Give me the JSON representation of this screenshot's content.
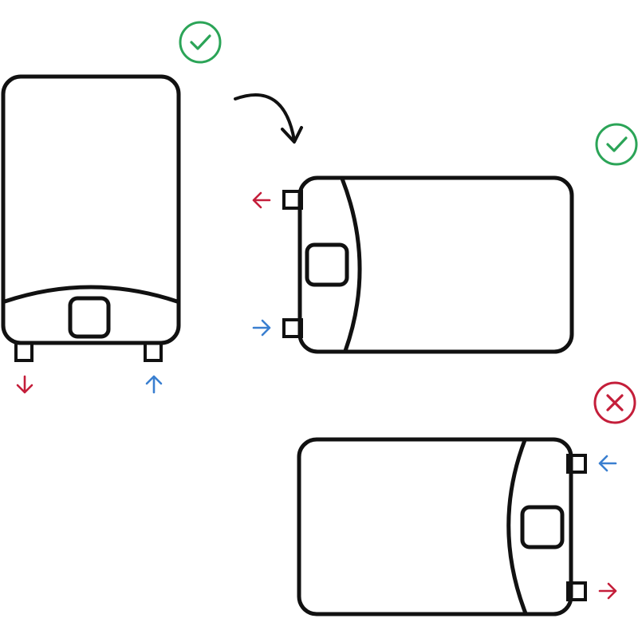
{
  "colors": {
    "outline": "#111111",
    "correct": "#2ba457",
    "incorrect": "#c41e3a",
    "hot_water": "#c41e3a",
    "cold_water": "#3a7fd0",
    "background": "#ffffff"
  },
  "icons": {
    "correct": "check-circle-icon",
    "incorrect": "x-circle-icon",
    "rotate": "curved-arrow-icon",
    "flow": "arrow-icon"
  },
  "orientations": [
    {
      "id": "vertical",
      "verdict": "correct",
      "outlet_flow": "down",
      "inlet_flow": "up"
    },
    {
      "id": "horizontal-pipes-left",
      "verdict": "correct",
      "outlet_flow": "left",
      "inlet_flow": "right"
    },
    {
      "id": "horizontal-pipes-right",
      "verdict": "incorrect",
      "outlet_flow": "right",
      "inlet_flow": "left"
    }
  ]
}
